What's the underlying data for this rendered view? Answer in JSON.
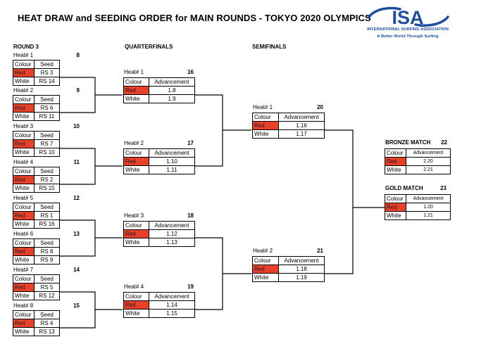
{
  "title": "HEAT DRAW and  SEEDING ORDER for MAIN  ROUNDS - TOKYO 2020 OLYMPICS",
  "logo": {
    "text": "ISA",
    "name": "INTERNATIONAL SURFING ASSOCIATION",
    "tagline": "A Better World Through Surfing"
  },
  "colors": {
    "red": "#e8412b",
    "logo_blue": "#1f4e9c"
  },
  "sections": {
    "round3": "ROUND 3",
    "quarterfinals": "QUARTERFINALS",
    "semifinals": "SEMIFINALS",
    "bronze": "BRONZE MATCH",
    "gold": "GOLD MATCH"
  },
  "labels": {
    "colour": "Colour",
    "seed": "Seed",
    "advancement": "Advancement",
    "red": "Red",
    "white": "White"
  },
  "round3": [
    {
      "heat": "Heat# 1",
      "num": "8",
      "red": "RS 3",
      "white": "RS 14"
    },
    {
      "heat": "Heat# 2",
      "num": "9",
      "red": "RS 6",
      "white": "RS 11"
    },
    {
      "heat": "Heat# 3",
      "num": "10",
      "red": "RS 7",
      "white": "RS 10"
    },
    {
      "heat": "Heat# 4",
      "num": "11",
      "red": "RS 2",
      "white": "RS 15"
    },
    {
      "heat": "Heat# 5",
      "num": "12",
      "red": "RS 1",
      "white": "RS 16"
    },
    {
      "heat": "Heat# 6",
      "num": "13",
      "red": "RS 8",
      "white": "RS 9"
    },
    {
      "heat": "Heat# 7",
      "num": "14",
      "red": "RS 5",
      "white": "RS 12"
    },
    {
      "heat": "Heat# 8",
      "num": "15",
      "red": "RS 4",
      "white": "RS 13"
    }
  ],
  "quarterfinals": [
    {
      "heat": "Heat# 1",
      "num": "16",
      "red": "1.8",
      "white": "1.9"
    },
    {
      "heat": "Heat# 2",
      "num": "17",
      "red": "1.10",
      "white": "1.11"
    },
    {
      "heat": "Heat# 3",
      "num": "18",
      "red": "1.12",
      "white": "1.13"
    },
    {
      "heat": "Heat# 4",
      "num": "19",
      "red": "1.14",
      "white": "1.15"
    }
  ],
  "semifinals": [
    {
      "heat": "Heat# 1",
      "num": "20",
      "red": "1.16",
      "white": "1.17"
    },
    {
      "heat": "Heat# 2",
      "num": "21",
      "red": "1.18",
      "white": "1.19"
    }
  ],
  "bronze": {
    "num": "22",
    "red": "2.20",
    "white": "2.21"
  },
  "gold": {
    "num": "23",
    "red": "1.20",
    "white": "1.21"
  }
}
